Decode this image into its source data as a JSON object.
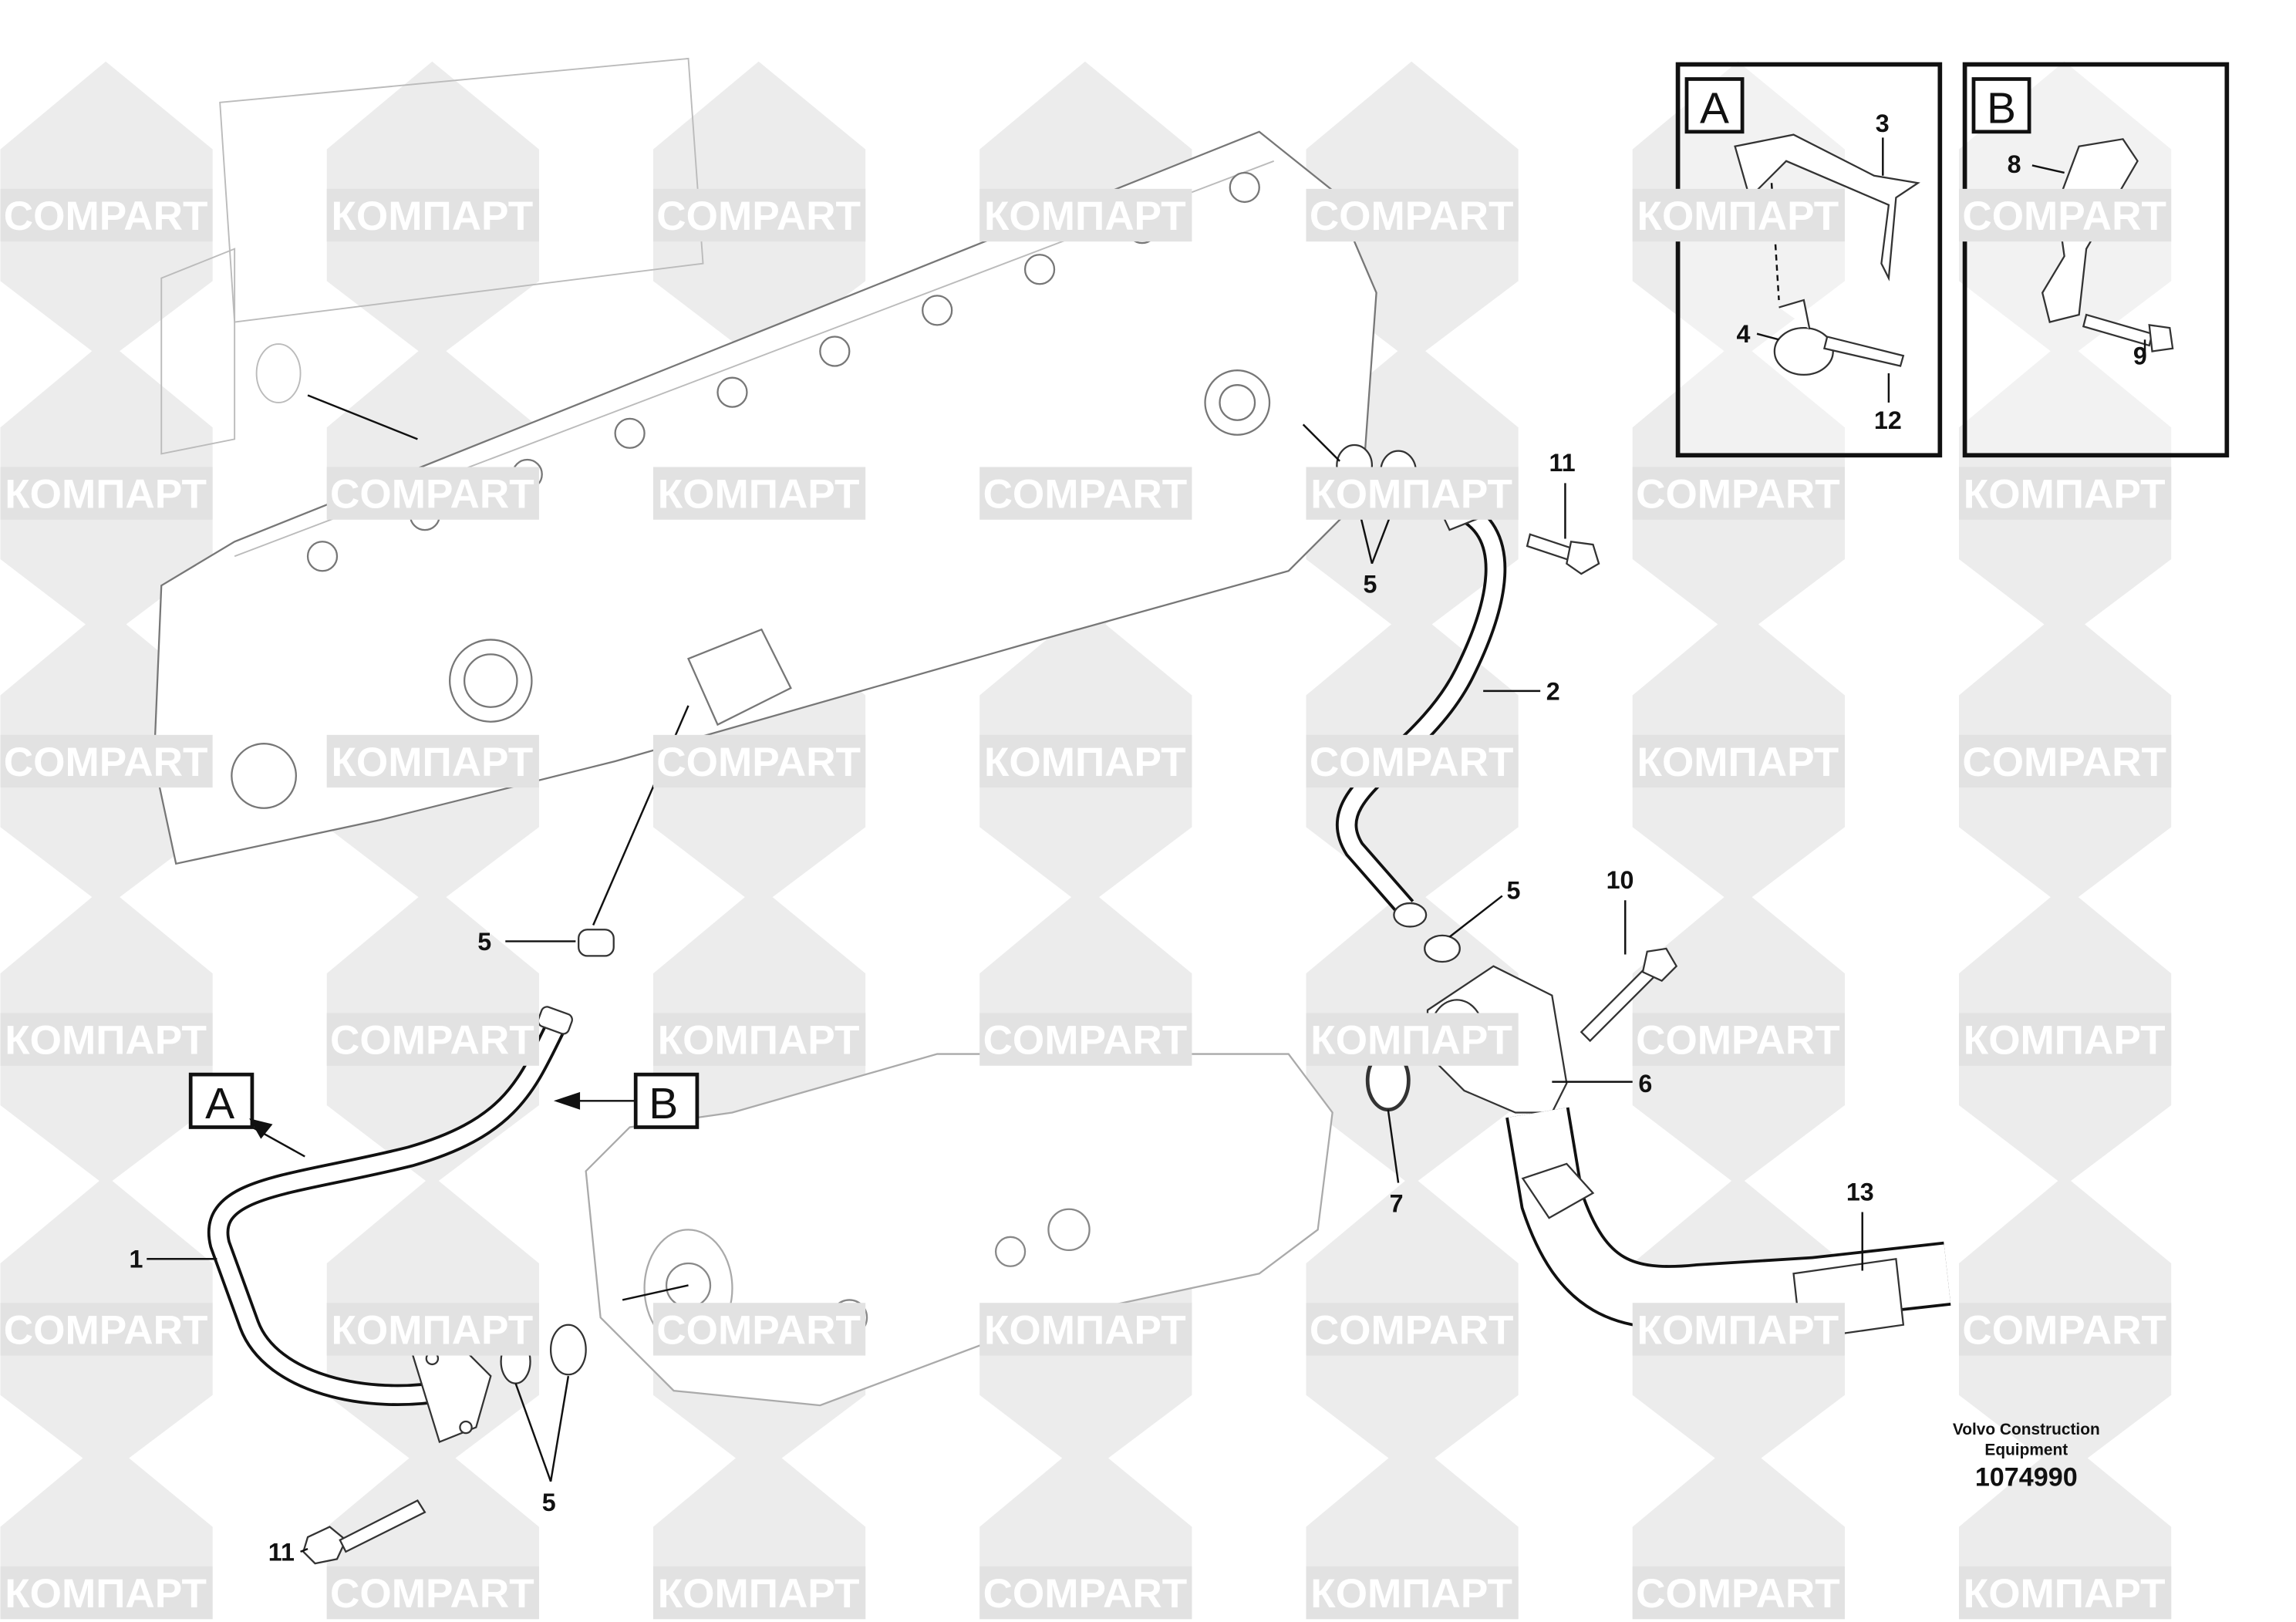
{
  "watermark": {
    "latin": "COMPART",
    "cyrillic": "КОМПАРТ"
  },
  "callouts": {
    "c1": "1",
    "c2": "2",
    "c3": "3",
    "c4": "4",
    "c5a": "5",
    "c5b": "5",
    "c5c": "5",
    "c5d": "5",
    "c6": "6",
    "c7": "7",
    "c8": "8",
    "c9": "9",
    "c10": "10",
    "c11a": "11",
    "c11b": "11",
    "c12": "12",
    "c13": "13",
    "viewA": "A",
    "viewB": "B"
  },
  "insets": {
    "a_label": "A",
    "b_label": "B"
  },
  "footer": {
    "line1": "Volvo Construction",
    "line2": "Equipment",
    "number": "1074990"
  }
}
